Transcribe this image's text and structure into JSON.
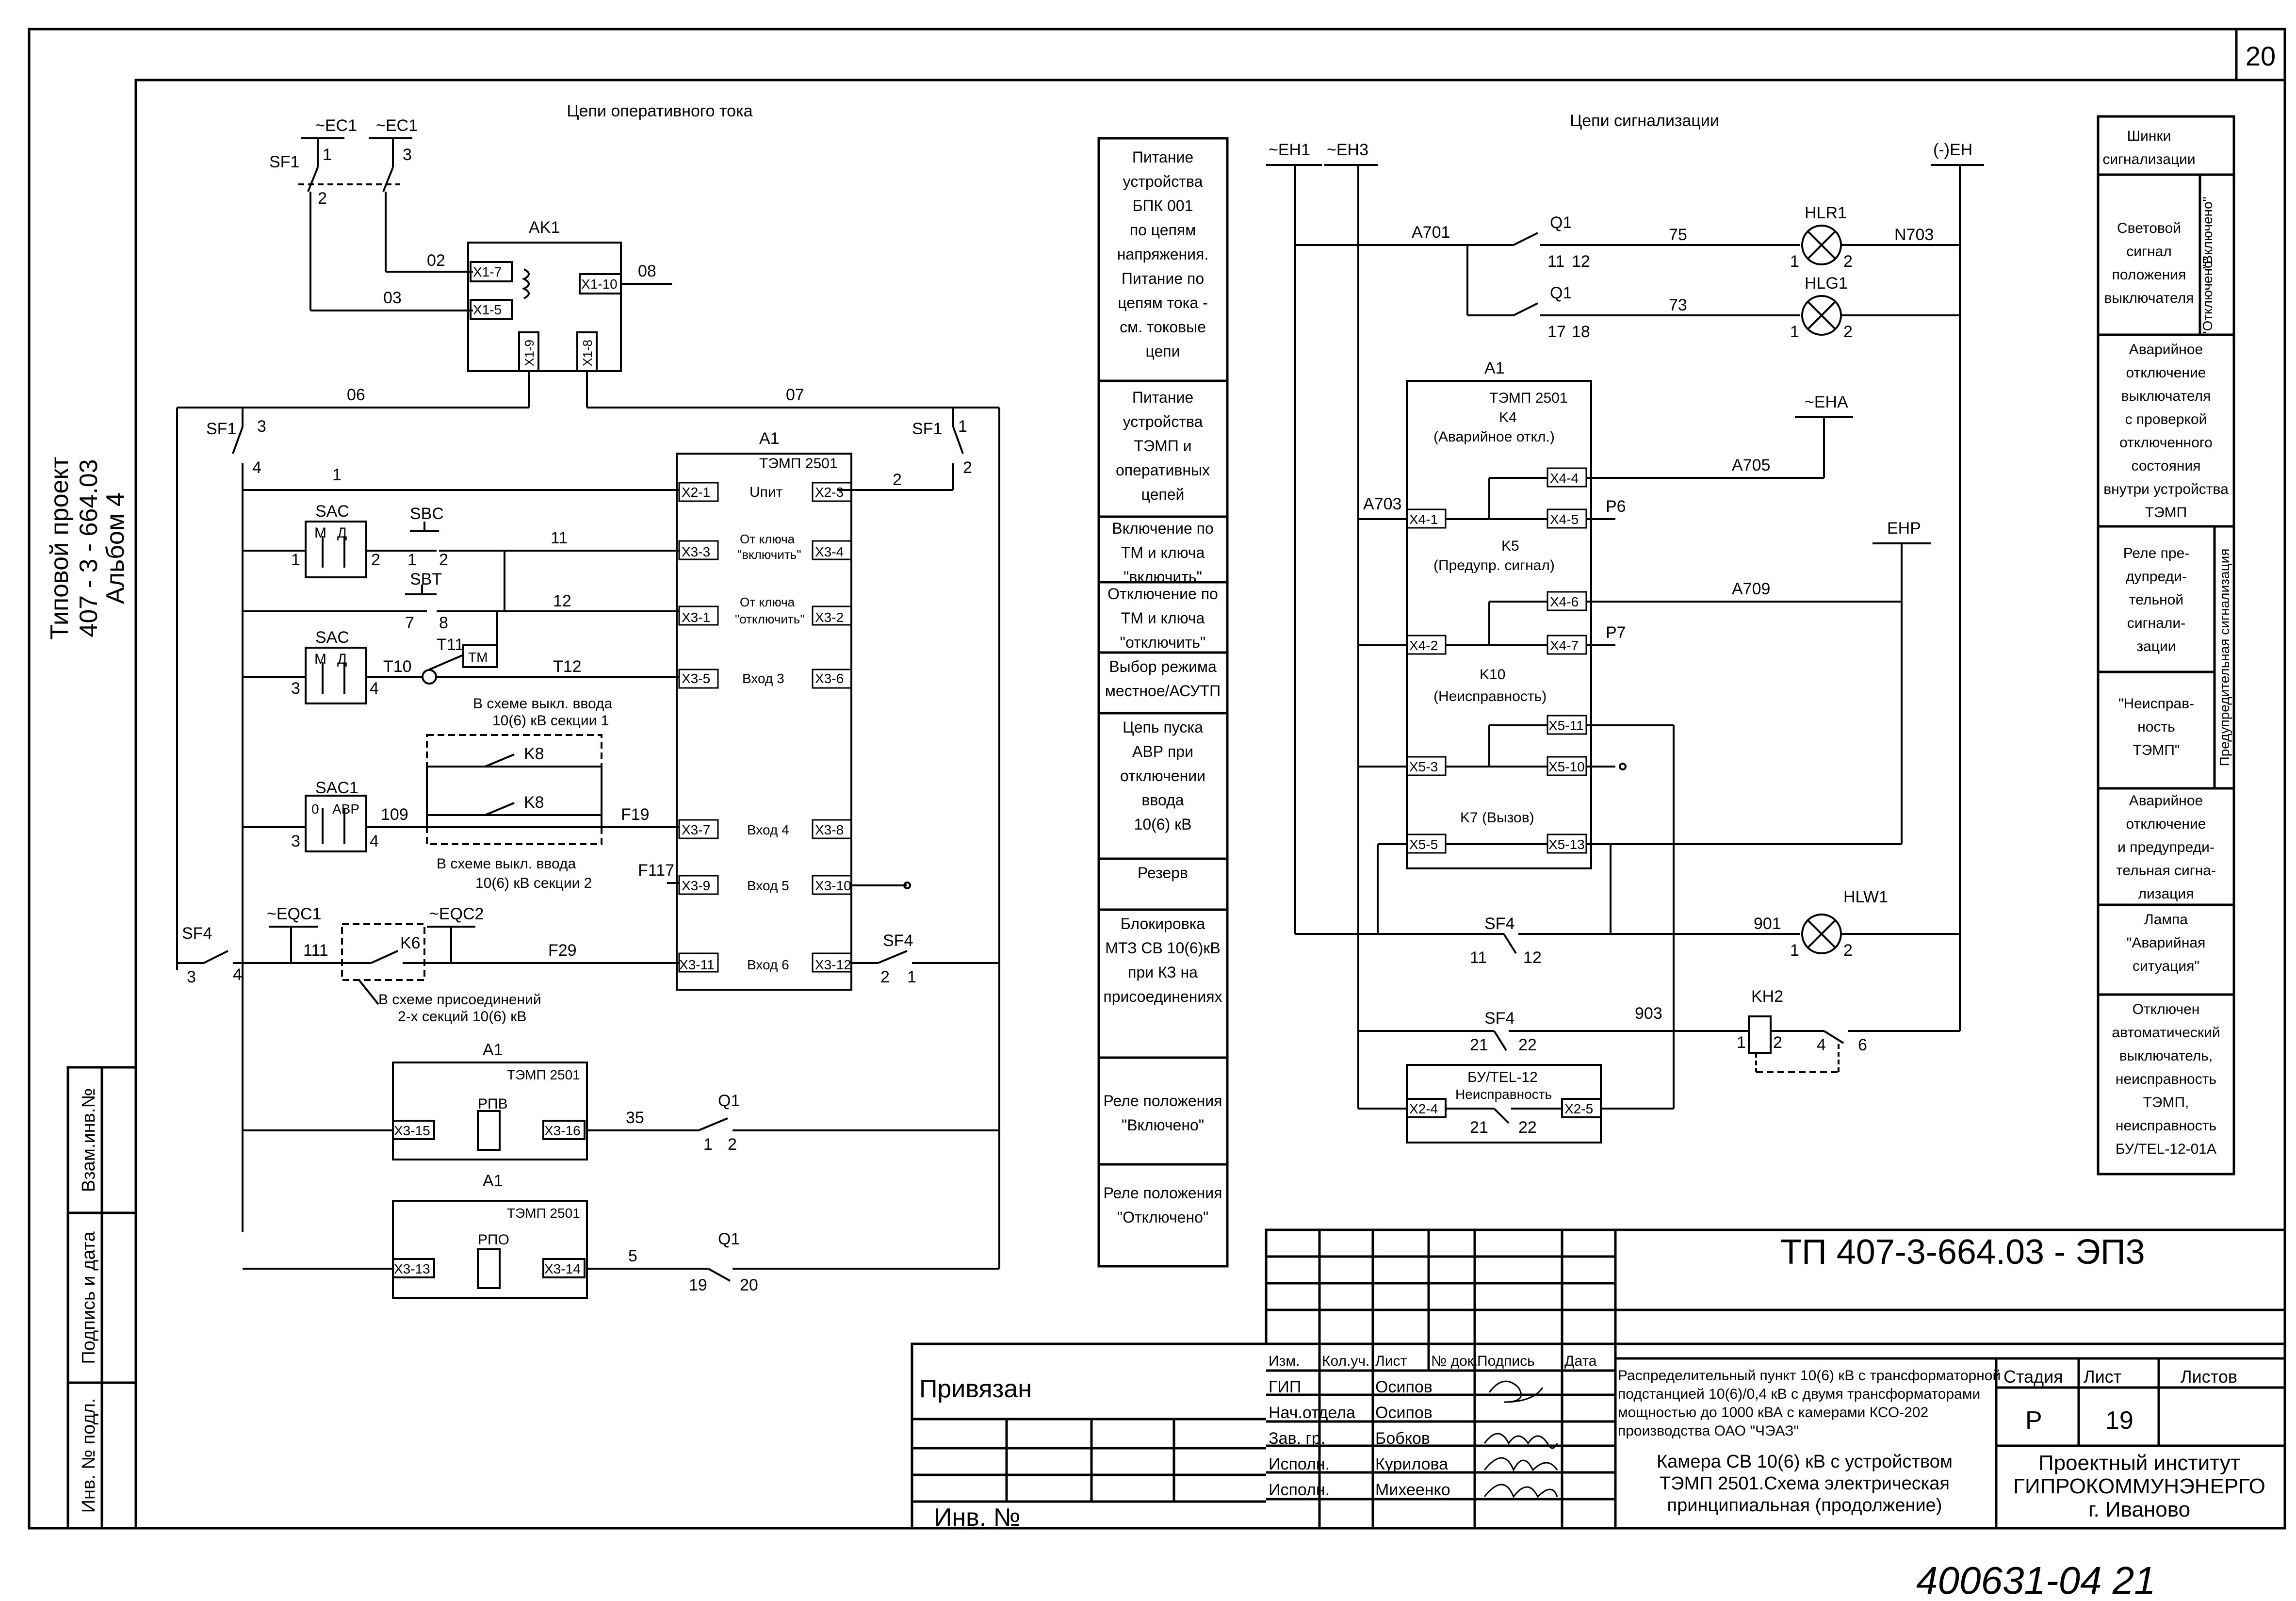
{
  "sheet": {
    "page_number": "20",
    "side_title_1": "Типовой проект",
    "side_title_2": "407 - 3 - 664.03",
    "side_title_3": "Альбом 4",
    "side_stamp_1": "Взам.инв.№",
    "side_stamp_2": "Подпись и дата",
    "side_stamp_3": "Инв. № подл.",
    "handwritten_footer": "400631-04 21"
  },
  "left_section": {
    "title": "Цепи оперативного тока",
    "labels": {
      "ec1a": "~EC1",
      "ec1b": "~EC1",
      "sf1": "SF1",
      "n1": "1",
      "n3": "3",
      "n2": "2",
      "ak1": "AK1",
      "w02": "02",
      "w03": "03",
      "w08": "08",
      "x17": "X1-7",
      "x15": "X1-5",
      "x110": "X1-10",
      "x19": "X1-9",
      "x18": "X1-8",
      "w06": "06",
      "w07": "07",
      "sf1l": "SF1",
      "sf1l3": "3",
      "sf1l4": "4",
      "sf1r": "SF1",
      "sf1r1": "1",
      "sf1r2": "2",
      "a1": "A1",
      "temp": "ТЭМП 2501",
      "x21": "X2-1",
      "upit": "Uпит",
      "x23": "X2-3",
      "w1": "1",
      "w2": "2",
      "sac1": "SAC",
      "sbc": "SBC",
      "sac_m": "М",
      "sac_d": "Д",
      "c1": "1",
      "c2": "2",
      "sbc1": "1",
      "sbc2": "2",
      "w11": "11",
      "x33": "X3-3",
      "key_on": "От ключа",
      "key_on2": "\"включить\"",
      "x34": "X3-4",
      "sbt": "SBT",
      "sbt7": "7",
      "sbt8": "8",
      "w12": "12",
      "x31": "X3-1",
      "key_off": "От ключа",
      "key_off2": "\"отключить\"",
      "x32": "X3-2",
      "sac2": "SAC",
      "sac2_m": "М",
      "sac2_d": "Д",
      "c3": "3",
      "c4": "4",
      "t10": "T10",
      "t11": "T11",
      "tm": "ТМ",
      "t12": "T12",
      "x35": "X3-5",
      "in3": "Вход 3",
      "x36": "X3-6",
      "note1a": "В схеме выкл. ввода",
      "note1b": "10(6) кВ секции 1",
      "k8a": "K8",
      "sac1b": "SAC1",
      "sac1_0": "0",
      "sac1_avr": "АВР",
      "d3": "3",
      "d4": "4",
      "w109": "109",
      "k8b": "K8",
      "f19": "F19",
      "x37": "X3-7",
      "in4": "Вход 4",
      "x38": "X3-8",
      "note2a": "В схеме выкл. ввода",
      "note2b": "10(6) кВ секции 2",
      "f117": "F117",
      "x39": "X3-9",
      "in5": "Вход 5",
      "x310": "X3-10",
      "eqc1": "~EQC1",
      "eqc2": "~EQC2",
      "sf4": "SF4",
      "w111": "111",
      "k6": "K6",
      "f29": "F29",
      "sf4_3": "3",
      "sf4_4": "4",
      "x311": "X3-11",
      "in6": "Вход 6",
      "x312": "X3-12",
      "sf4r": "SF4",
      "sf4r2": "2",
      "sf4r1": "1",
      "note3a": "В схеме присоединений",
      "note3b": "2-х секций 10(6) кВ",
      "a1b": "A1",
      "temp2": "ТЭМП 2501",
      "rpv": "РПВ",
      "x315": "X3-15",
      "x316": "X3-16",
      "w35": "35",
      "q1a": "Q1",
      "q1a1": "1",
      "q1a2": "2",
      "a1c": "A1",
      "temp3": "ТЭМП 2501",
      "rpo": "РПО",
      "x313": "X3-13",
      "x314": "X3-14",
      "w5": "5",
      "q1b": "Q1",
      "q1b19": "19",
      "q1b20": "20"
    }
  },
  "middle_table": {
    "rows": [
      [
        "Питание",
        "устройства",
        "БПК 001",
        "по цепям",
        "напряжения.",
        "Питание по",
        "цепям тока -",
        "см. токовые",
        "цепи"
      ],
      [
        "Питание",
        "устройства",
        "ТЭМП и",
        "оперативных",
        "цепей"
      ],
      [
        "Включение по",
        "ТМ и ключа",
        "\"включить\""
      ],
      [
        "Отключение по",
        "ТМ и ключа",
        "\"отключить\""
      ],
      [
        "Выбор режима",
        "местное/АСУТП"
      ],
      [
        "Цепь пуска",
        "АВР при",
        "отключении",
        "ввода",
        "10(6) кВ"
      ],
      [
        "Резерв"
      ],
      [
        "Блокировка",
        "МТЗ СВ 10(6)кВ",
        "при КЗ на",
        "присоединениях"
      ],
      [
        "Реле положения",
        "\"Включено\""
      ],
      [
        "Реле положения",
        "\"Отключено\""
      ]
    ]
  },
  "right_section": {
    "title": "Цепи сигнализации",
    "labels": {
      "eh1": "~EH1",
      "eh3": "~EH3",
      "meh": "(-)EH",
      "a701": "A701",
      "q1a": "Q1",
      "q1a11": "11",
      "q1a12": "12",
      "w75": "75",
      "hlr1": "HLR1",
      "hlr1_1": "1",
      "hlr1_2": "2",
      "n703": "N703",
      "q1b": "Q1",
      "q1b17": "17",
      "q1b18": "18",
      "w73": "73",
      "hlg1": "HLG1",
      "hlg1_1": "1",
      "hlg1_2": "2",
      "a1": "A1",
      "temp": "ТЭМП 2501",
      "k4": "K4",
      "k4d": "(Аварийное откл.)",
      "eha": "~EHA",
      "x44": "X4-4",
      "a705": "A705",
      "a703": "A703",
      "x41": "X4-1",
      "x45": "X4-5",
      "p6": "P6",
      "k5": "K5",
      "k5d": "(Предупр. сигнал)",
      "ehp": "EHP",
      "x46": "X4-6",
      "a709": "A709",
      "x42": "X4-2",
      "x47": "X4-7",
      "p7": "P7",
      "k10": "K10",
      "k10d": "(Неисправность)",
      "x511": "X5-11",
      "x53": "X5-3",
      "x510": "X5-10",
      "k7": "K7 (Вызов)",
      "x55": "X5-5",
      "x513": "X5-13",
      "hlw1": "HLW1",
      "sf4": "SF4",
      "sf4_11": "11",
      "sf4_12": "12",
      "w901": "901",
      "hlw1_1": "1",
      "hlw1_2": "2",
      "sf4b": "SF4",
      "sf4b21": "21",
      "sf4b22": "22",
      "w903": "903",
      "kh2": "KH2",
      "kh2_1": "1",
      "kh2_2": "2",
      "kh2_4": "4",
      "kh2_6": "6",
      "bu": "БУ/TEL-12",
      "bu_n": "Неисправность",
      "x24": "X2-4",
      "x25": "X2-5",
      "bu21": "21",
      "bu22": "22"
    }
  },
  "right_table": {
    "header": [
      "Шинки",
      "сигнализации"
    ],
    "rows": [
      [
        "Световой",
        "сигнал",
        "положения",
        "выключателя"
      ],
      [
        "Аварийное",
        "отключение",
        "выключателя",
        "с проверкой",
        "отключенного",
        "состояния",
        "внутри устройства",
        "ТЭМП"
      ],
      [
        "Реле пре-",
        "дупреди-",
        "тельной",
        "сигнали-",
        "зации"
      ],
      [
        "\"Неисправ-",
        "ность",
        "ТЭМП\""
      ],
      [
        "Аварийное",
        "отключение",
        "и предупреди-",
        "тельная сигна-",
        "лизация"
      ],
      [
        "Лампа",
        "\"Аварийная",
        "ситуация\""
      ],
      [
        "Отключен",
        "автоматический",
        "выключатель,",
        "неисправность",
        "ТЭМП,",
        "неисправность",
        "БУ/TEL-12-01A"
      ]
    ],
    "vert_on": "\"Включено\"",
    "vert_off": "\"Отключено\"",
    "vert_group": "Предупредительная сигнализация"
  },
  "title_block": {
    "doc_code": "ТП 407-3-664.03 - ЭП3",
    "privyazan": "Привязан",
    "inv": "Инв. №",
    "cols": [
      "Изм.",
      "Кол.уч.",
      "Лист",
      "№ док.",
      "Подпись",
      "Дата"
    ],
    "staff": [
      [
        "ГИП",
        "Осипов"
      ],
      [
        "Нач.отдела",
        "Осипов"
      ],
      [
        "Зав. гр.",
        "Бобков"
      ],
      [
        "Исполн.",
        "Курилова"
      ],
      [
        "Исполн.",
        "Михеенко"
      ]
    ],
    "project_desc": [
      "Распределительный пункт 10(6) кВ с трансформаторной",
      "подстанцией 10(6)/0,4 кВ с двумя трансформаторами",
      "мощностью до 1000 кВА с камерами КСО-202",
      "производства ОАО \"ЧЭАЗ\""
    ],
    "sheet_desc": [
      "Камера СВ 10(6) кВ с устройством",
      "ТЭМП 2501.Схема электрическая",
      "принципиальная (продолжение)"
    ],
    "stage_label": "Стадия",
    "sheet_label": "Лист",
    "sheets_label": "Листов",
    "stage": "Р",
    "sheet": "19",
    "org": [
      "Проектный институт",
      "ГИПРОКОММУНЭНЕРГО",
      "г. Иваново"
    ]
  }
}
